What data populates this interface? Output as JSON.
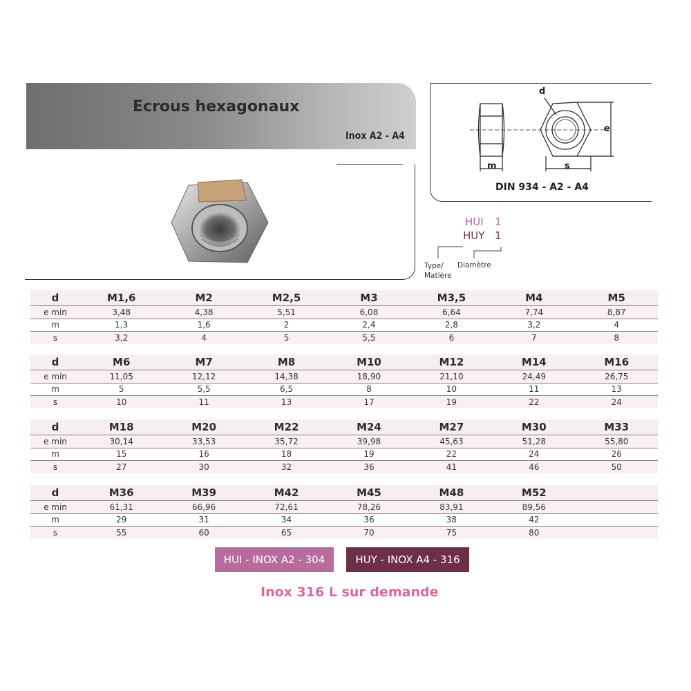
{
  "header": {
    "title": "Ecrous hexagonaux",
    "subtitle": "Inox A2 - A4"
  },
  "drawing": {
    "caption": "DIN 934 - A2 - A4",
    "label_d": "d",
    "label_e": "e",
    "label_m": "m",
    "label_s": "s"
  },
  "code_legend": {
    "hui": "HUI",
    "huy": "HUY",
    "num1": "1",
    "num2": "1",
    "type_label_line1": "Type/",
    "type_label_line2": "Matière",
    "diameter_label": "Diamètre"
  },
  "tables": [
    {
      "row_labels": [
        "d",
        "e min",
        "m",
        "s"
      ],
      "columns": [
        "M1,6",
        "M2",
        "M2,5",
        "M3",
        "M3,5",
        "M4",
        "M5"
      ],
      "e_min": [
        "3,48",
        "4,38",
        "5,51",
        "6,08",
        "6,64",
        "7,74",
        "8,87"
      ],
      "m": [
        "1,3",
        "1,6",
        "2",
        "2,4",
        "2,8",
        "3,2",
        "4"
      ],
      "s": [
        "3,2",
        "4",
        "5",
        "5,5",
        "6",
        "7",
        "8"
      ]
    },
    {
      "row_labels": [
        "d",
        "e min",
        "m",
        "s"
      ],
      "columns": [
        "M6",
        "M7",
        "M8",
        "M10",
        "M12",
        "M14",
        "M16"
      ],
      "e_min": [
        "11,05",
        "12,12",
        "14,38",
        "18,90",
        "21,10",
        "24,49",
        "26,75"
      ],
      "m": [
        "5",
        "5,5",
        "6,5",
        "8",
        "10",
        "11",
        "13"
      ],
      "s": [
        "10",
        "11",
        "13",
        "17",
        "19",
        "22",
        "24"
      ]
    },
    {
      "row_labels": [
        "d",
        "e min",
        "m",
        "s"
      ],
      "columns": [
        "M18",
        "M20",
        "M22",
        "M24",
        "M27",
        "M30",
        "M33"
      ],
      "e_min": [
        "30,14",
        "33,53",
        "35,72",
        "39,98",
        "45,63",
        "51,28",
        "55,80"
      ],
      "m": [
        "15",
        "16",
        "18",
        "19",
        "22",
        "24",
        "26"
      ],
      "s": [
        "27",
        "30",
        "32",
        "36",
        "41",
        "46",
        "50"
      ]
    },
    {
      "row_labels": [
        "d",
        "e min",
        "m",
        "s"
      ],
      "columns": [
        "M36",
        "M39",
        "M42",
        "M45",
        "M48",
        "M52",
        ""
      ],
      "e_min": [
        "61,31",
        "66,96",
        "72,61",
        "78,26",
        "83,91",
        "89,56",
        ""
      ],
      "m": [
        "29",
        "31",
        "34",
        "36",
        "38",
        "42",
        ""
      ],
      "s": [
        "55",
        "60",
        "65",
        "70",
        "75",
        "80",
        ""
      ]
    }
  ],
  "badges": {
    "hui": "HUI - INOX A2 - 304",
    "huy": "HUY - INOX A4 - 316"
  },
  "footnote": "Inox 316 L sur demande",
  "colors": {
    "hui": "#b86b9d",
    "huy": "#6f2e47",
    "footnote": "#d76aa3"
  }
}
